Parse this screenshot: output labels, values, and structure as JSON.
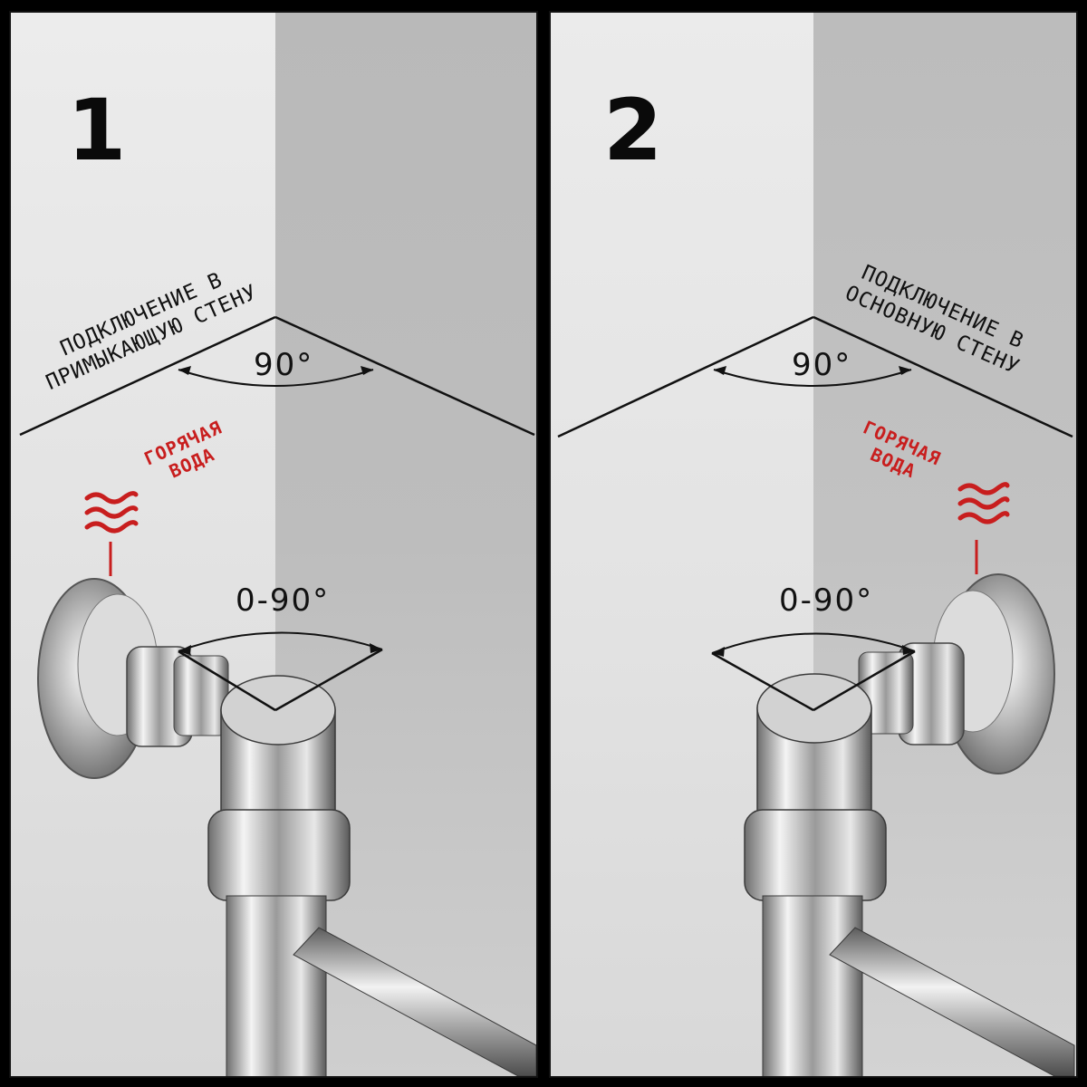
{
  "panels": [
    {
      "number": "1",
      "label_lines": [
        "ПОДКЛЮЧЕНИЕ В",
        "ПРИМЫКАЮЩУЮ СТЕНУ"
      ],
      "corner_angle": "90°",
      "rotation_range": "0-90°",
      "hot_water_lines": [
        "ГОРЯЧАЯ",
        "ВОДА"
      ]
    },
    {
      "number": "2",
      "label_lines": [
        "ПОДКЛЮЧЕНИЕ В",
        "ОСНОВНУЮ СТЕНУ"
      ],
      "corner_angle": "90°",
      "rotation_range": "0-90°",
      "hot_water_lines": [
        "ГОРЯЧАЯ",
        "ВОДА"
      ]
    }
  ],
  "colors": {
    "hot_water": "#c81e1e",
    "line": "#111111",
    "frame": "#000000"
  }
}
